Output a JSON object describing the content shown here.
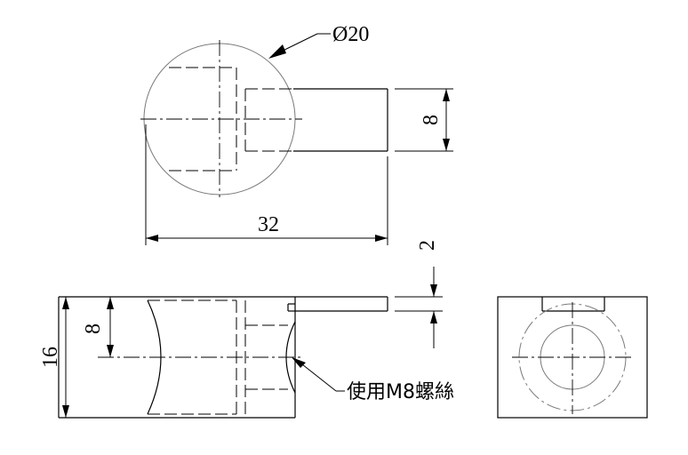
{
  "drawing": {
    "dimensions": {
      "diameter": "Ø20",
      "length": "32",
      "width": "8",
      "gap": "2",
      "height": "16",
      "hole_depth": "8"
    },
    "note": "使用M8螺絲"
  }
}
